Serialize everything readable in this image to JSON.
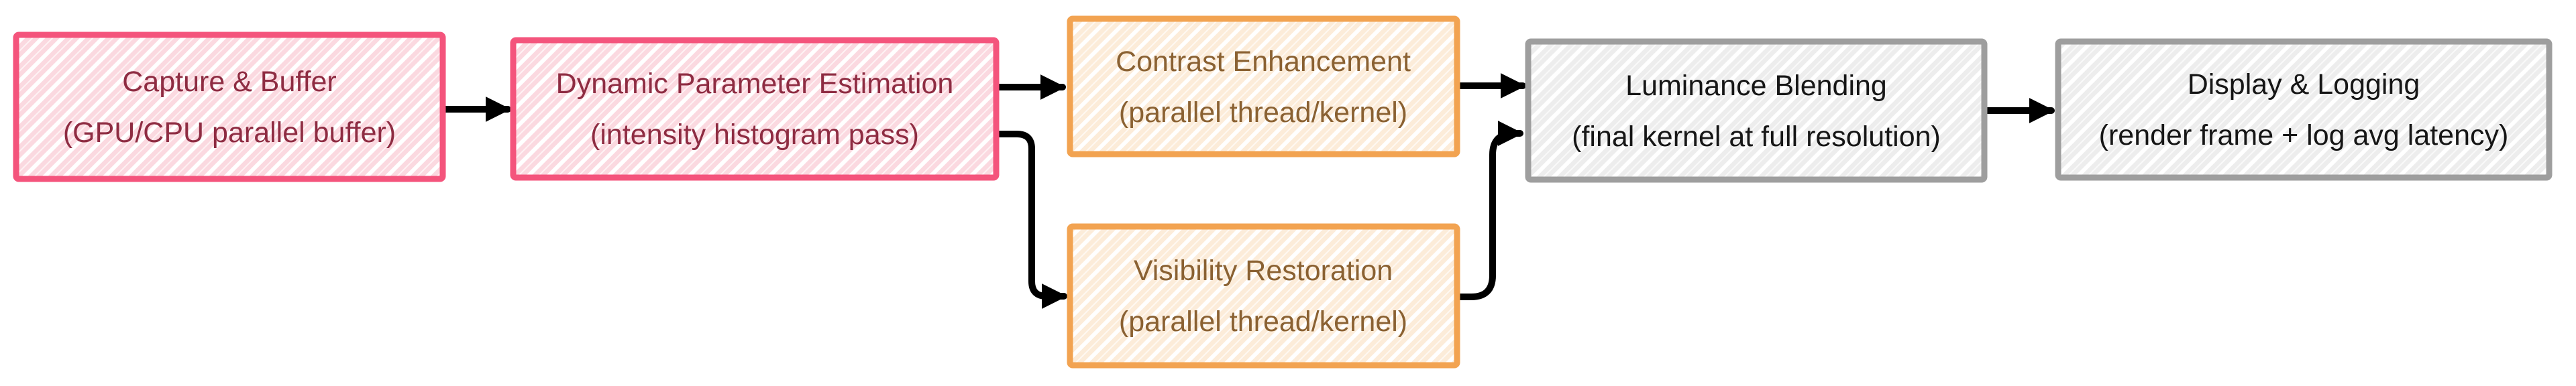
{
  "diagram": {
    "type": "flowchart",
    "direction": "left-to-right",
    "nodes": [
      {
        "id": "capture",
        "label": "Capture & Buffer",
        "sublabel": "(GPU/CPU parallel buffer)",
        "color_scheme": "pink"
      },
      {
        "id": "dpe",
        "label": "Dynamic Parameter Estimation",
        "sublabel": "(intensity histogram pass)",
        "color_scheme": "pink"
      },
      {
        "id": "contrast",
        "label": "Contrast Enhancement",
        "sublabel": "(parallel thread/kernel)",
        "color_scheme": "orange"
      },
      {
        "id": "visibility",
        "label": "Visibility Restoration",
        "sublabel": "(parallel thread/kernel)",
        "color_scheme": "orange"
      },
      {
        "id": "luminance",
        "label": "Luminance Blending",
        "sublabel": "(final kernel at full resolution)",
        "color_scheme": "gray"
      },
      {
        "id": "display",
        "label": "Display & Logging",
        "sublabel": "(render frame + log avg latency)",
        "color_scheme": "gray"
      }
    ],
    "edges": [
      {
        "from": "capture",
        "to": "dpe"
      },
      {
        "from": "dpe",
        "to": "contrast"
      },
      {
        "from": "dpe",
        "to": "visibility"
      },
      {
        "from": "contrast",
        "to": "luminance"
      },
      {
        "from": "visibility",
        "to": "luminance"
      },
      {
        "from": "luminance",
        "to": "display"
      }
    ],
    "colors": {
      "background": "#ffffff",
      "pink_border": "#f4547c",
      "pink_fill": "#fbd9e0",
      "pink_text": "#8e2c42",
      "orange_border": "#f2a351",
      "orange_fill": "#fcecd9",
      "orange_text": "#8a6132",
      "gray_border": "#9e9e9e",
      "gray_fill": "#ededed",
      "gray_text": "#161616",
      "arrow": "#000000",
      "hatch_line": "#ffffff"
    }
  }
}
